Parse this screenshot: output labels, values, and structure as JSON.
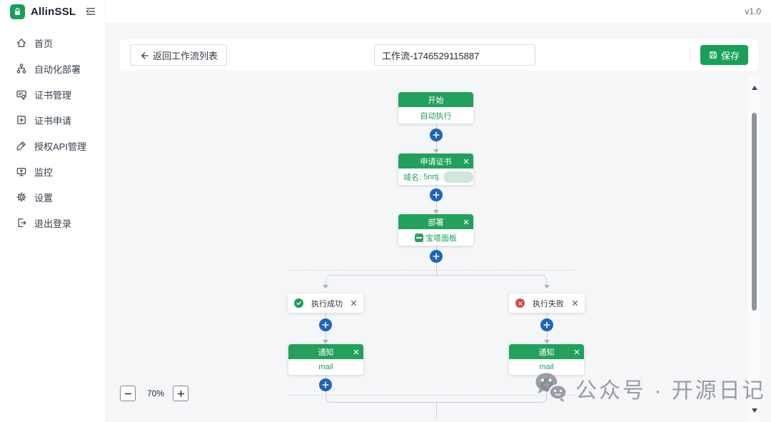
{
  "app": {
    "name": "AllinSSL",
    "version": "v1.0"
  },
  "icons": {
    "logo": "lock-icon",
    "sidebar_toggle": "collapse-sidebar-icon",
    "back": "arrow-left-icon",
    "save": "save-icon",
    "add_node": "plus-icon",
    "close_node": "close-icon",
    "branch_success": "check-circle-icon",
    "branch_fail": "cross-circle-icon",
    "zoom_out": "minus-icon",
    "zoom_in": "plus-icon",
    "watermark": "wechat-icon",
    "deploy_provider": "baota-icon"
  },
  "sidebar": {
    "items": [
      {
        "label": "首页",
        "icon": "home-icon"
      },
      {
        "label": "自动化部署",
        "icon": "workflow-icon"
      },
      {
        "label": "证书管理",
        "icon": "certificate-icon"
      },
      {
        "label": "证书申请",
        "icon": "cert-apply-icon"
      },
      {
        "label": "授权API管理",
        "icon": "api-key-icon"
      },
      {
        "label": "监控",
        "icon": "monitor-icon"
      },
      {
        "label": "设置",
        "icon": "settings-icon"
      },
      {
        "label": "退出登录",
        "icon": "logout-icon"
      }
    ]
  },
  "toolbar": {
    "back_label": "返回工作流列表",
    "workflow_name": "工作流-1746529115887",
    "save_label": "保存"
  },
  "workflow": {
    "start": {
      "title": "开始",
      "subtitle": "自动执行"
    },
    "apply_cert": {
      "title": "申请证书",
      "field_label": "域名:",
      "field_value": "5nrtj."
    },
    "deploy": {
      "title": "部署",
      "provider": "宝塔面板"
    },
    "branch_success": {
      "label": "执行成功"
    },
    "branch_fail": {
      "label": "执行失败"
    },
    "notify_success": {
      "title": "通知",
      "channel": "mail"
    },
    "notify_fail": {
      "title": "通知",
      "channel": "mail"
    }
  },
  "canvas": {
    "zoom_level": "70%"
  },
  "watermark": {
    "text": "公众号 · 开源日记"
  },
  "colors": {
    "primary_green": "#18a058",
    "node_green": "#23a15c",
    "plus_blue": "#1c64be",
    "fail_red": "#d5484a"
  }
}
